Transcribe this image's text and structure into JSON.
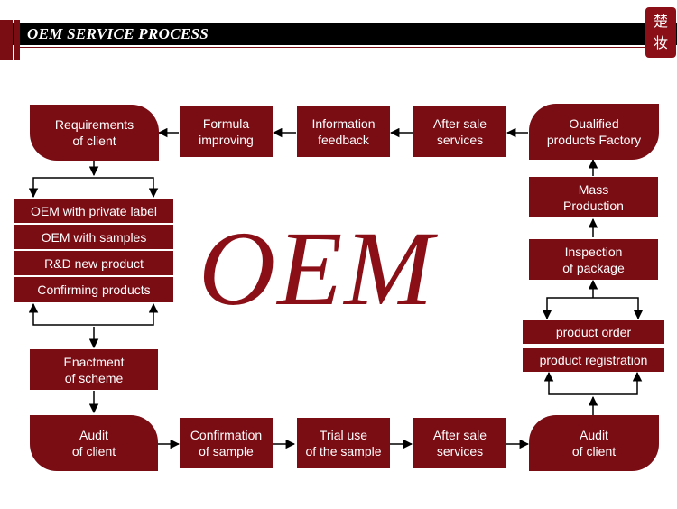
{
  "header": {
    "title": "OEM SERVICE PROCESS"
  },
  "seal": {
    "char1": "楚",
    "char2": "妆"
  },
  "center": {
    "title": "OEM"
  },
  "nodes": {
    "requirements": "Requirements\nof client",
    "formula": "Formula\nimproving",
    "info_feedback": "Information\nfeedback",
    "after_sale_top": "After sale\nservices",
    "qualified": "Oualified\nproducts Factory",
    "oem_private": "OEM with private label",
    "oem_samples": "OEM with samples",
    "rd_new": "R&D new product",
    "confirming": "Confirming products",
    "enactment": "Enactment\nof scheme",
    "audit_left": "Audit\nof  client",
    "confirmation": "Confirmation\nof sample",
    "trial": "Trial use\nof the sample",
    "after_sale_bottom": "After sale\nservices",
    "audit_right": "Audit\nof client",
    "mass": "Mass\nProduction",
    "inspection": "Inspection\nof package",
    "product_order": "product order",
    "product_registration": "product registration"
  },
  "colors": {
    "primary": "#7a0c14",
    "header": "#000000",
    "oem_text": "#8b0f17"
  }
}
